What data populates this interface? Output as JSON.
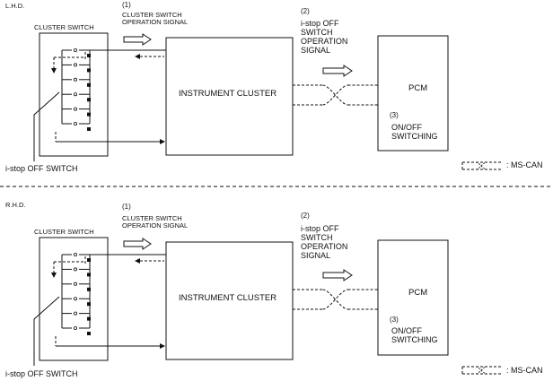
{
  "lhd": {
    "section_label": "L.H.D.",
    "cluster_switch_label": "CLUSTER SWITCH",
    "step1_number": "(1)",
    "step1_lines": [
      "CLUSTER SWITCH",
      "OPERATION SIGNAL"
    ],
    "step2_number": "(2)",
    "step2_lines": [
      "i-stop OFF",
      "SWITCH",
      "OPERATION",
      "SIGNAL"
    ],
    "instrument_cluster_label": "INSTRUMENT CLUSTER",
    "pcm_label": "PCM",
    "step3_number": "(3)",
    "step3_lines": [
      "ON/OFF",
      "SWITCHING"
    ],
    "istop_switch_label": "i-stop OFF SWITCH",
    "legend_label": ": MS-CAN"
  },
  "rhd": {
    "section_label": "R.H.D.",
    "cluster_switch_label": "CLUSTER SWITCH",
    "step1_number": "(1)",
    "step1_lines": [
      "CLUSTER SWITCH",
      "OPERATION SIGNAL"
    ],
    "step2_number": "(2)",
    "step2_lines": [
      "i-stop OFF",
      "SWITCH",
      "OPERATION",
      "SIGNAL"
    ],
    "instrument_cluster_label": "INSTRUMENT CLUSTER",
    "pcm_label": "PCM",
    "step3_number": "(3)",
    "step3_lines": [
      "ON/OFF",
      "SWITCHING"
    ],
    "istop_switch_label": "i-stop OFF SWITCH",
    "legend_label": ": MS-CAN"
  },
  "colors": {
    "line": "#111111",
    "background": "#ffffff"
  }
}
